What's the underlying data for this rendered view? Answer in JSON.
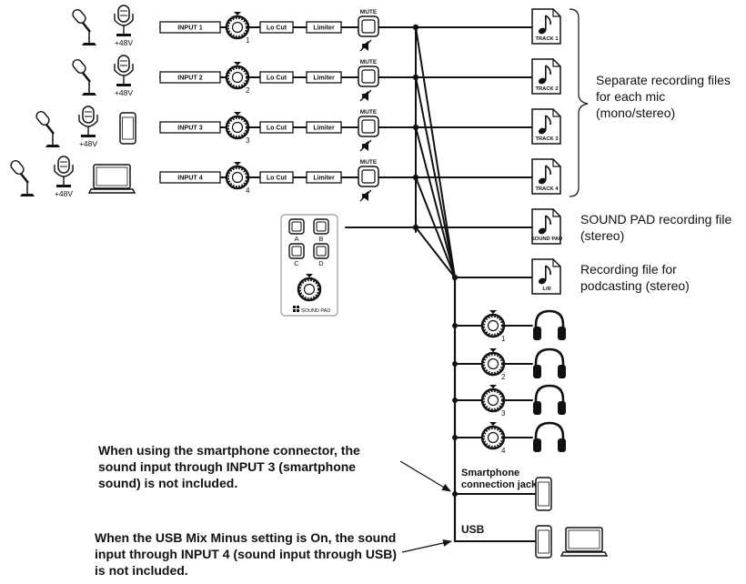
{
  "inputs": [
    {
      "label": "INPUT 1",
      "knob": "1",
      "phantom": "+48V",
      "device": "none"
    },
    {
      "label": "INPUT 2",
      "knob": "2",
      "phantom": "+48V",
      "device": "none"
    },
    {
      "label": "INPUT 3",
      "knob": "3",
      "phantom": "+48V",
      "device": "smartphone"
    },
    {
      "label": "INPUT 4",
      "knob": "4",
      "phantom": "+48V",
      "device": "laptop"
    }
  ],
  "processing": {
    "locut": "Lo Cut",
    "limiter": "Limiter",
    "mute": "MUTE"
  },
  "tracks": [
    "TRACK 1",
    "TRACK 2",
    "TRACK 3",
    "TRACK 4"
  ],
  "soundpad_file": "SOUND PAD",
  "podcast_file": "L/R",
  "soundpad": {
    "buttons": [
      "A",
      "B",
      "C",
      "D"
    ],
    "label": "SOUND PAD"
  },
  "headphones": [
    {
      "knob": "1"
    },
    {
      "knob": "2"
    },
    {
      "knob": "3"
    },
    {
      "knob": "4"
    }
  ],
  "outputs": {
    "smartphone_line1": "Smartphone",
    "smartphone_line2": "connection jack",
    "usb": "USB"
  },
  "side_labels": {
    "separate": "Separate recording files for each mic (mono/stereo)",
    "soundpad": "SOUND PAD recording file (stereo)",
    "podcast": "Recording file for podcasting (stereo)"
  },
  "notes": {
    "smartphone": "When using the smartphone connector, the sound input through INPUT 3 (smartphone sound) is not included.",
    "usb": "When the USB Mix Minus setting is On, the sound input through INPUT 4 (sound input through USB) is not included."
  }
}
